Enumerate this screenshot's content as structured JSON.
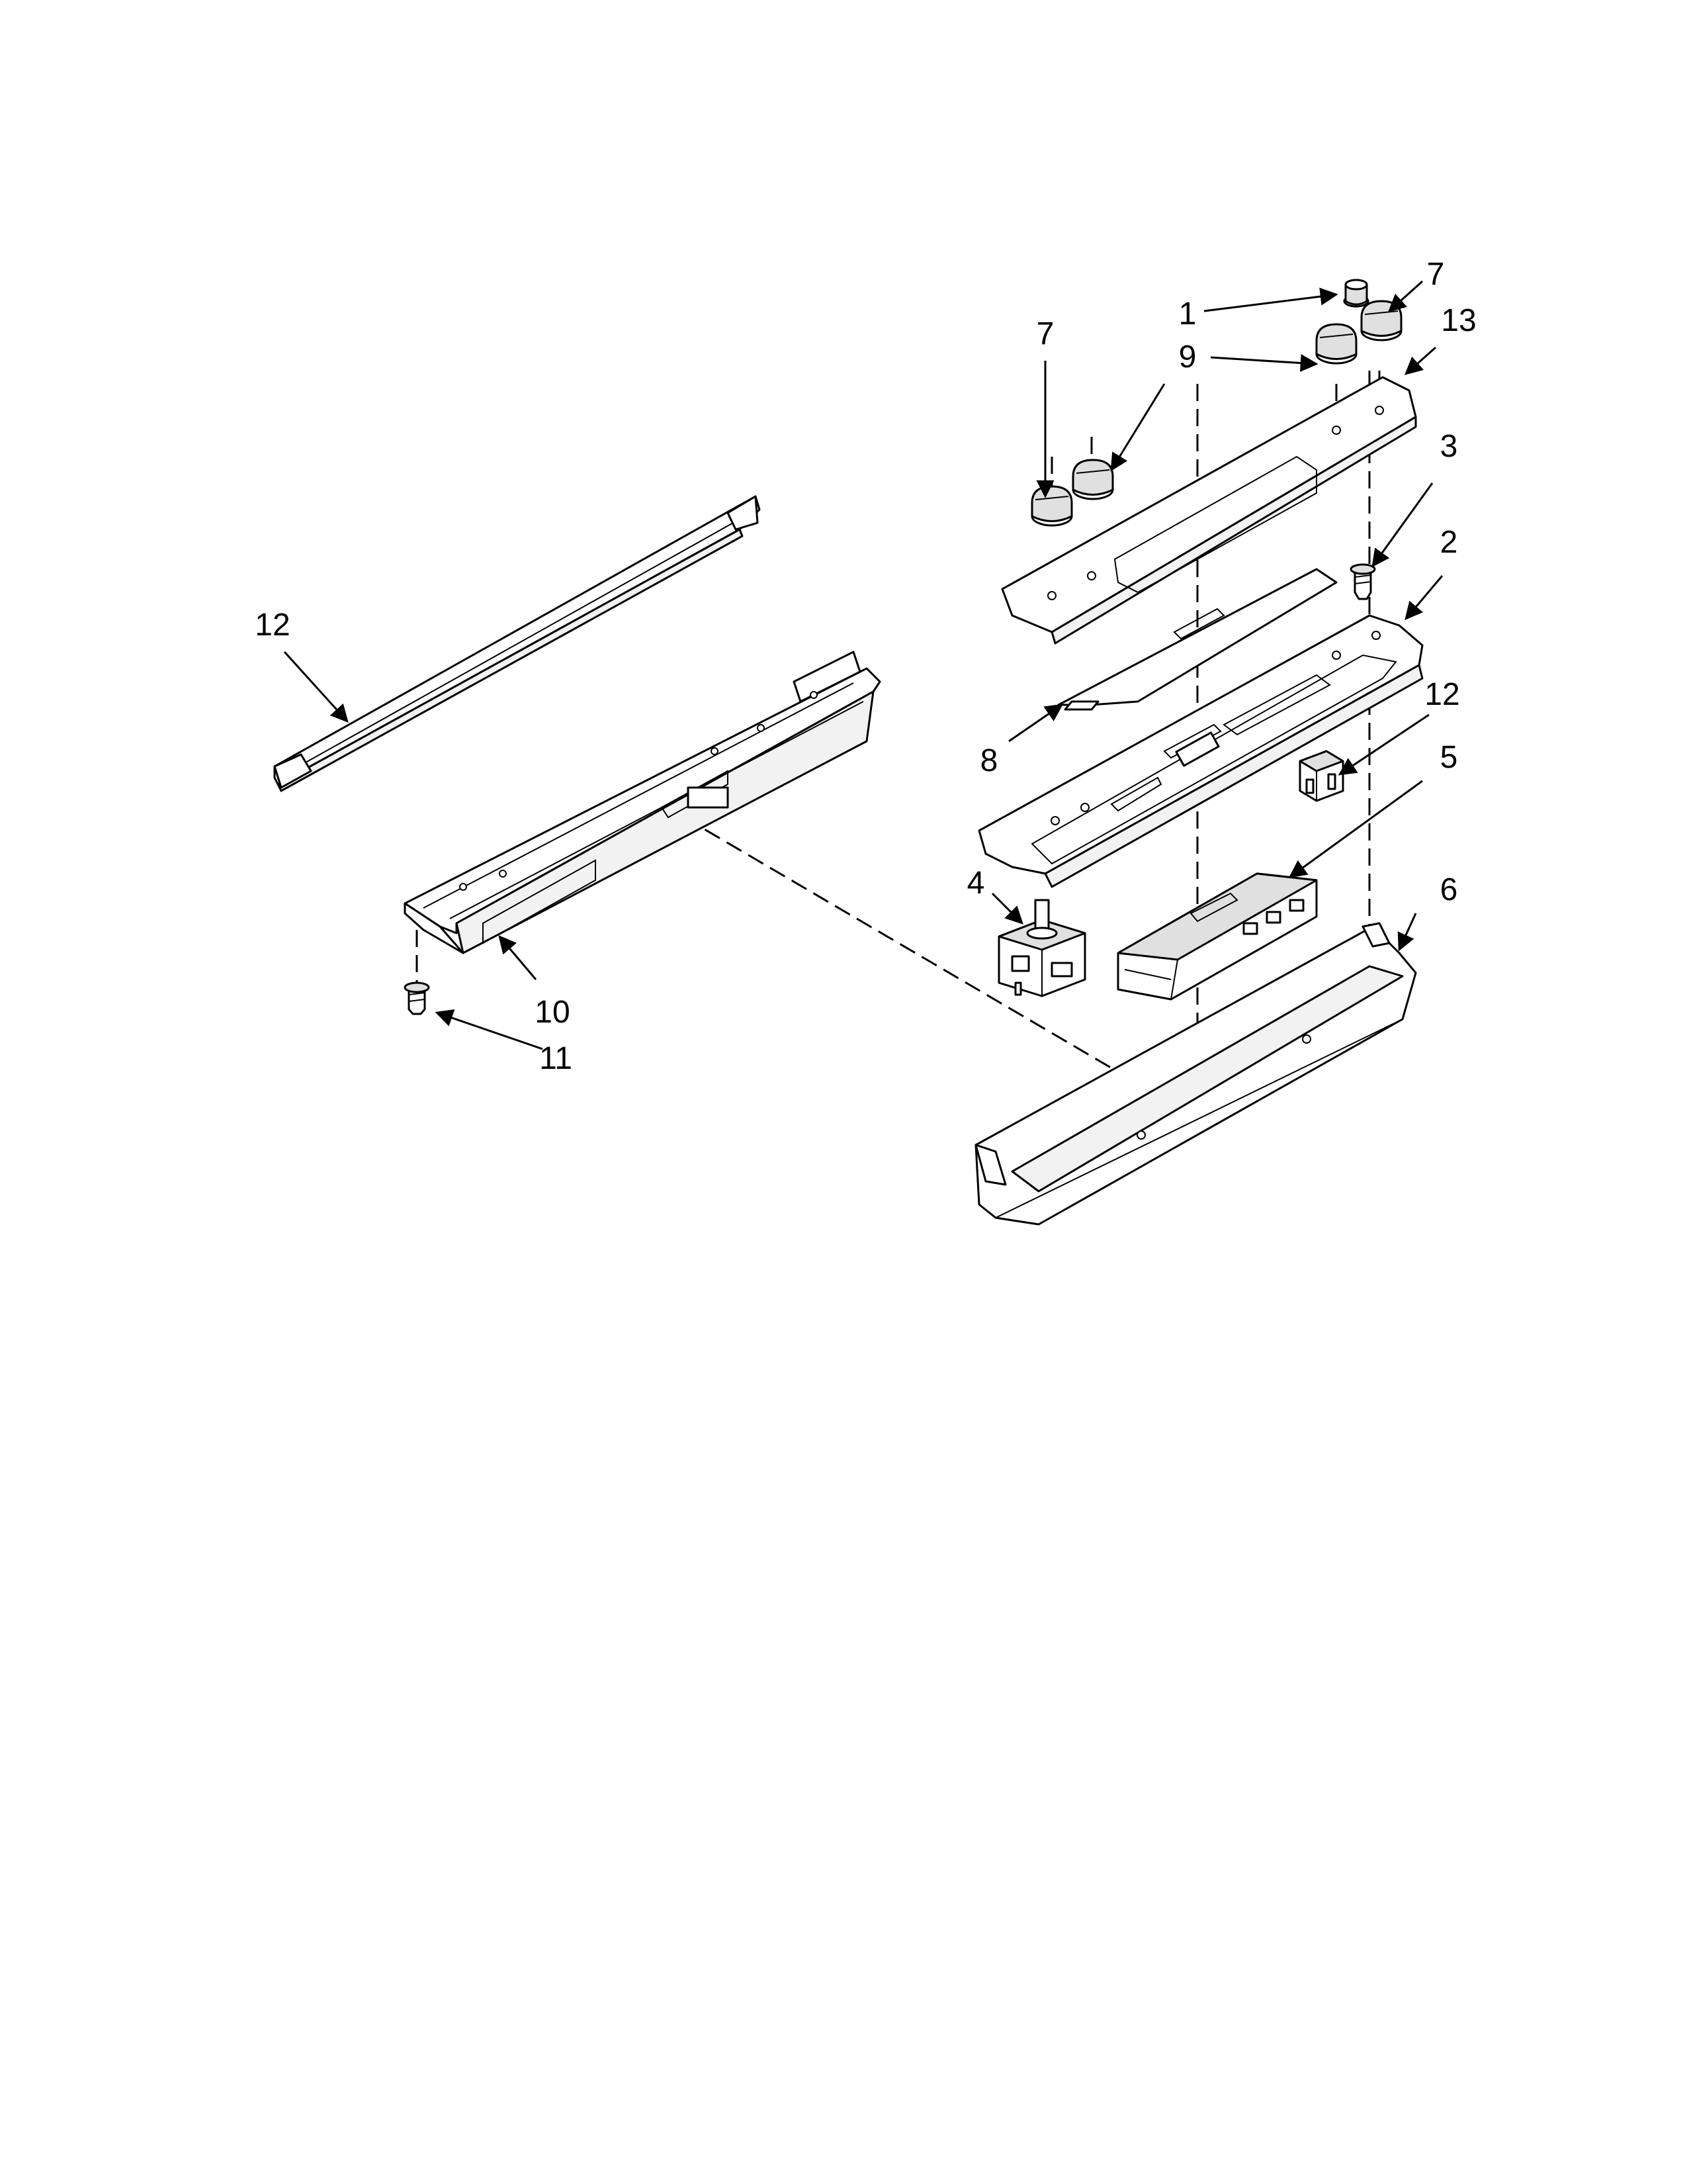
{
  "callouts": [
    {
      "id": "c1",
      "label": "1"
    },
    {
      "id": "c7a",
      "label": "7"
    },
    {
      "id": "c7b",
      "label": "7"
    },
    {
      "id": "c9",
      "label": "9"
    },
    {
      "id": "c13",
      "label": "13"
    },
    {
      "id": "c3",
      "label": "3"
    },
    {
      "id": "c2",
      "label": "2"
    },
    {
      "id": "c12a",
      "label": "12"
    },
    {
      "id": "c12b",
      "label": "12"
    },
    {
      "id": "c8",
      "label": "8"
    },
    {
      "id": "c5",
      "label": "5"
    },
    {
      "id": "c4",
      "label": "4"
    },
    {
      "id": "c6",
      "label": "6"
    },
    {
      "id": "c10",
      "label": "10"
    },
    {
      "id": "c11",
      "label": "11"
    }
  ]
}
